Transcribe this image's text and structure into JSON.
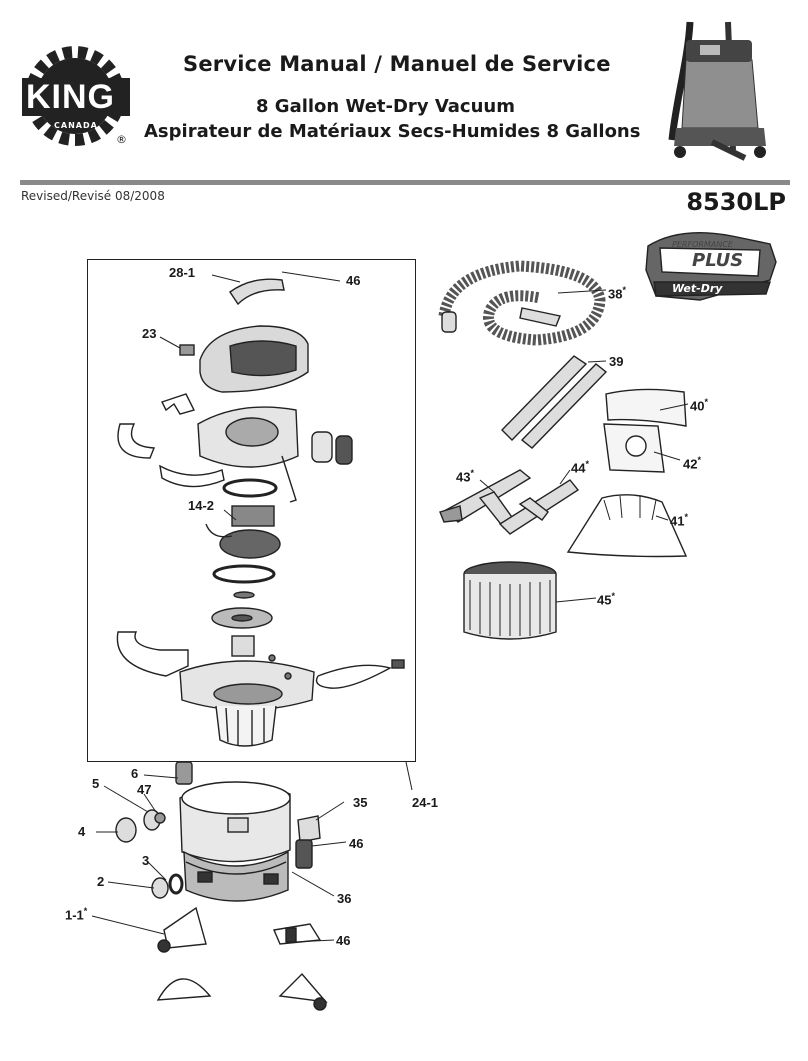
{
  "logo": {
    "brand": "KING",
    "sub": "CANADA",
    "reg": "®"
  },
  "header": {
    "title": "Service Manual / Manuel de Service",
    "product_en": "8 Gallon Wet-Dry Vacuum",
    "product_fr": "Aspirateur de Matériaux Secs-Humides 8 Gallons"
  },
  "revision": "Revised/Revisé 08/2008",
  "model": "8530LP",
  "badge": {
    "line1": "PERFORMANCE",
    "line2": "PLUS",
    "line3": "Wet-Dry"
  },
  "parts": {
    "p28_1": "28-1",
    "p46a": "46",
    "p23": "23",
    "p14_2": "14-2",
    "p38": "38",
    "p39": "39",
    "p40": "40",
    "p42": "42",
    "p43": "43",
    "p44": "44",
    "p41": "41",
    "p45": "45",
    "p6": "6",
    "p5": "5",
    "p47": "47",
    "p4": "4",
    "p35": "35",
    "p24_1": "24-1",
    "p46b": "46",
    "p3": "3",
    "p2": "2",
    "p36": "36",
    "p1_1": "1-1",
    "p46c": "46",
    "star": "*"
  }
}
